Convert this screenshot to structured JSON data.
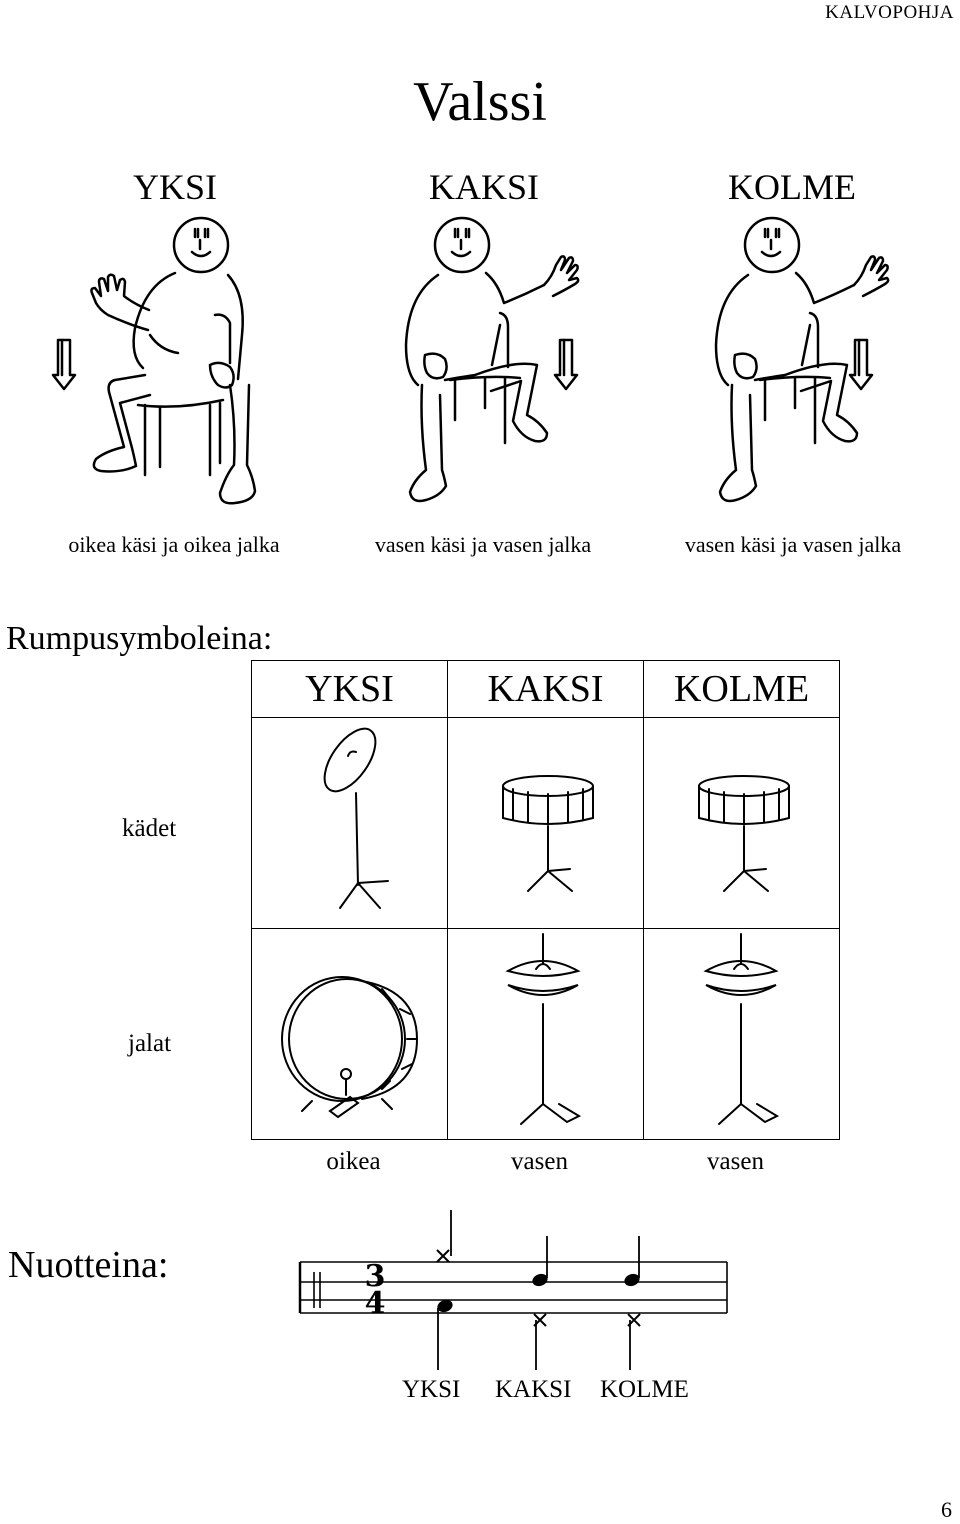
{
  "header": {
    "label": "KALVOPOHJA"
  },
  "title": "Valssi",
  "beats": [
    "YKSI",
    "KAKSI",
    "KOLME"
  ],
  "figures": [
    {
      "caption": "oikea käsi ja oikea jalka",
      "icon": "seated-person-right-hand-up-icon"
    },
    {
      "caption": "vasen käsi ja vasen jalka",
      "icon": "seated-person-left-hand-up-icon"
    },
    {
      "caption": "vasen käsi ja vasen jalka",
      "icon": "seated-person-left-hand-up-icon"
    }
  ],
  "drums": {
    "heading": "Rumpusymboleina:",
    "columns": [
      "YKSI",
      "KAKSI",
      "KOLME"
    ],
    "rows": [
      {
        "label": "kädet",
        "instruments": [
          "ride-cymbal-icon",
          "snare-drum-icon",
          "snare-drum-icon"
        ]
      },
      {
        "label": "jalat",
        "instruments": [
          "bass-drum-icon",
          "hi-hat-icon",
          "hi-hat-icon"
        ]
      }
    ],
    "footer": [
      "oikea",
      "vasen",
      "vasen"
    ]
  },
  "notation": {
    "heading": "Nuotteina:",
    "time_signature": {
      "top": "3",
      "bottom": "4"
    },
    "labels": [
      "YKSI",
      "KAKSI",
      "KOLME"
    ]
  },
  "page_number": "6"
}
